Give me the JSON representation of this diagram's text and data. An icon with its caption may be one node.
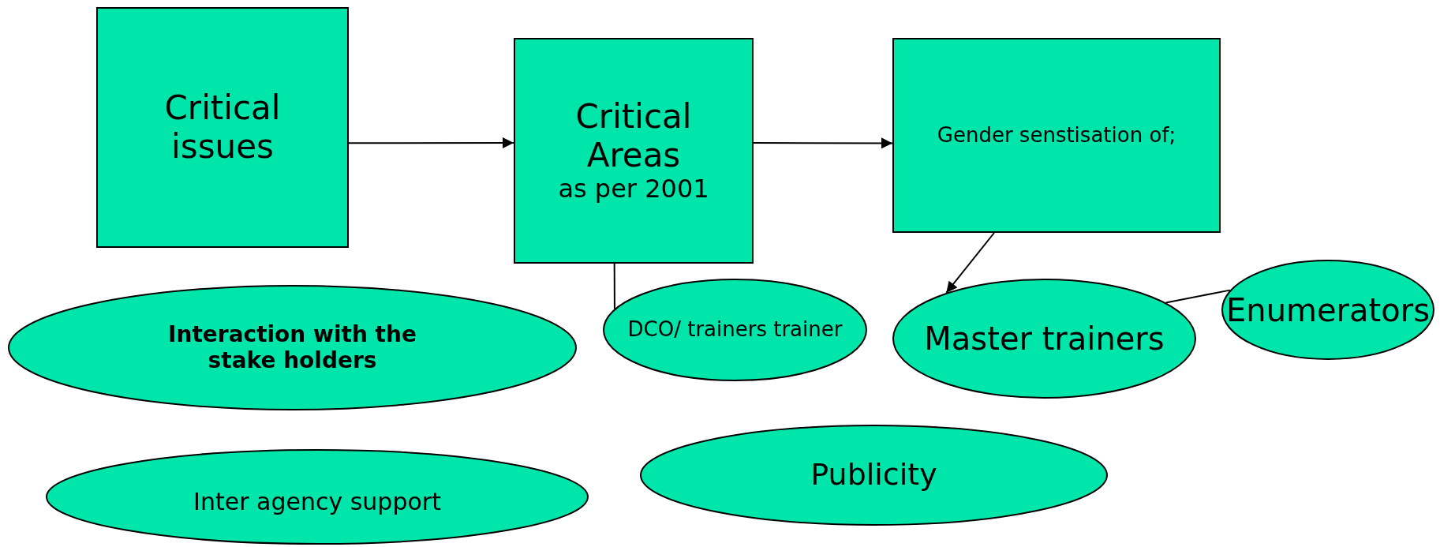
{
  "diagram": {
    "nodes": [
      {
        "text": [
          "Critical issues"
        ]
      },
      {
        "text": [
          "Critical Areas",
          "as per 2001"
        ]
      },
      {
        "text": [
          "Gender senstisation of;"
        ]
      },
      {
        "text": [
          "Interaction with the stake holders"
        ]
      },
      {
        "text": [
          "DCO/ trainers trainer"
        ]
      },
      {
        "text": [
          "Master trainers"
        ]
      },
      {
        "text": [
          "Enumerators"
        ]
      },
      {
        "text": [
          "Publicity"
        ]
      },
      {
        "text": [
          "Inter agency support"
        ]
      }
    ],
    "edges": [
      {
        "from": 0,
        "to": 1,
        "arrow": "to"
      },
      {
        "from": 1,
        "to": 2,
        "arrow": "to"
      },
      {
        "from": 1,
        "to": 4,
        "arrow": "none"
      },
      {
        "from": 2,
        "to": 5,
        "arrow": "to"
      },
      {
        "from": 5,
        "to": 6,
        "arrow": "none"
      }
    ]
  }
}
